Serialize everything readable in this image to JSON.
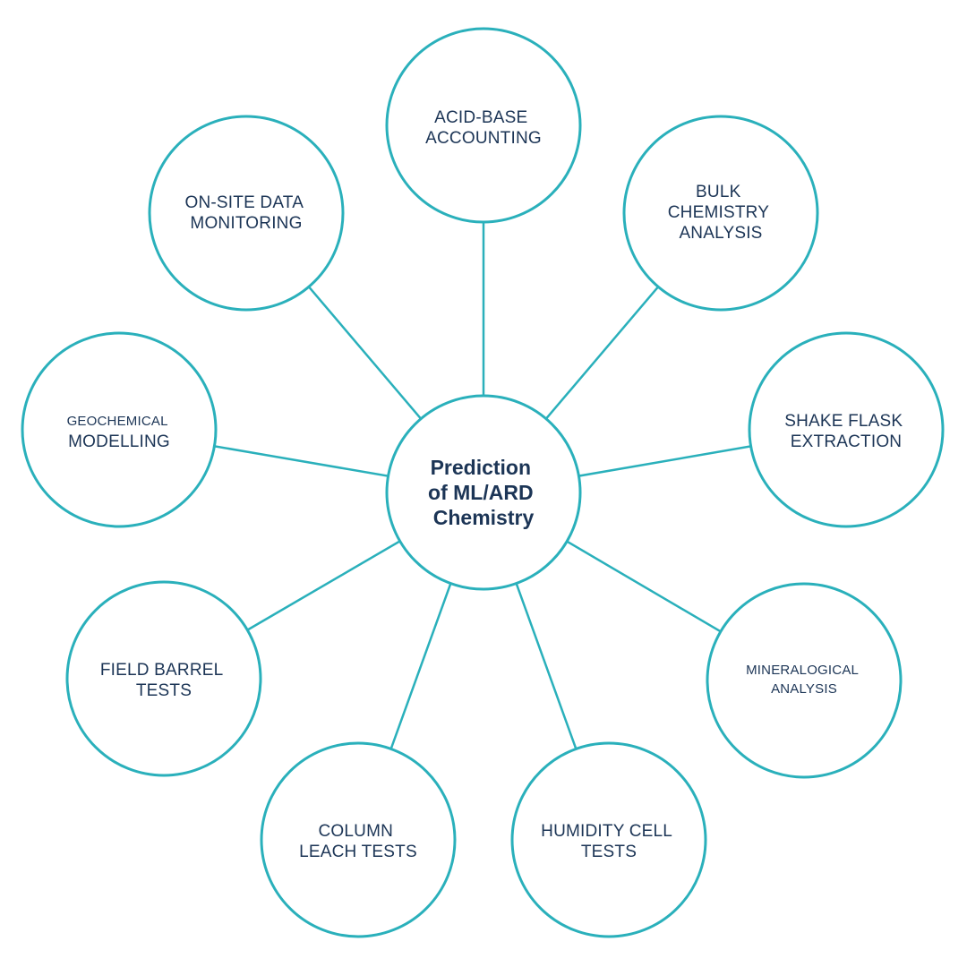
{
  "center": {
    "lines": [
      "Prediction",
      "of ML/ARD",
      "Chemistry"
    ]
  },
  "nodes": [
    {
      "id": "acid-base-accounting",
      "lines": [
        "ACID-BASE",
        "ACCOUNTING"
      ]
    },
    {
      "id": "bulk-chemistry-analysis",
      "lines": [
        "BULK",
        "CHEMISTRY",
        "ANALYSIS"
      ]
    },
    {
      "id": "shake-flask-extraction",
      "lines": [
        "SHAKE FLASK",
        "EXTRACTION"
      ]
    },
    {
      "id": "mineralogical-analysis",
      "lines": [
        "MINERALOGICAL",
        "ANALYSIS"
      ]
    },
    {
      "id": "humidity-cell-tests",
      "lines": [
        "HUMIDITY CELL",
        "TESTS"
      ]
    },
    {
      "id": "column-leach-tests",
      "lines": [
        "COLUMN",
        "LEACH TESTS"
      ]
    },
    {
      "id": "field-barrel-tests",
      "lines": [
        "FIELD BARREL",
        "TESTS"
      ]
    },
    {
      "id": "geochemical-modelling",
      "lines": [
        "GEOCHEMICAL",
        "MODELLING"
      ]
    },
    {
      "id": "on-site-data-monitoring",
      "lines": [
        "ON-SITE DATA",
        "MONITORING"
      ]
    }
  ],
  "colors": {
    "stroke": "#2ab0bb",
    "text": "#1c3556",
    "background": "#ffffff"
  }
}
